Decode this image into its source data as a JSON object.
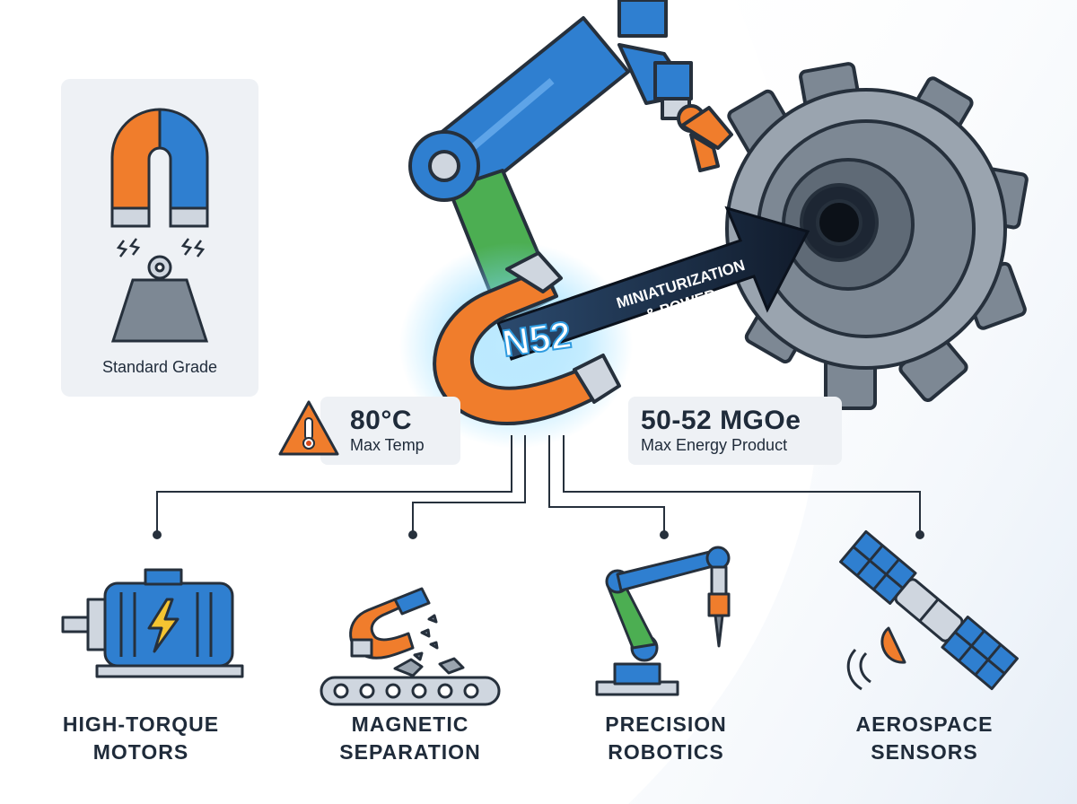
{
  "standard": {
    "label": "Standard Grade"
  },
  "hero": {
    "grade": "N52",
    "arrow_line1": "MINIATURIZATION",
    "arrow_line2": "& POWER"
  },
  "stats": {
    "temperature": {
      "value": "80°C",
      "label": "Max Temp",
      "icon": "warning-thermometer-icon"
    },
    "energy": {
      "value": "50-52 MGOe",
      "label": "Max Energy Product"
    }
  },
  "applications": [
    {
      "line1": "HIGH-TORQUE",
      "line2": "MOTORS",
      "icon": "electric-motor-icon"
    },
    {
      "line1": "MAGNETIC",
      "line2": "SEPARATION",
      "icon": "magnet-conveyor-icon"
    },
    {
      "line1": "PRECISION",
      "line2": "ROBOTICS",
      "icon": "robotic-arm-icon"
    },
    {
      "line1": "AEROSPACE",
      "line2": "SENSORS",
      "icon": "satellite-icon"
    }
  ],
  "colors": {
    "orange": "#f07d2c",
    "blue": "#2f7fd0",
    "green": "#4cae52",
    "gear_gray": "#7d8894",
    "navy": "#16243a",
    "glow": "#7fd6ff",
    "outline": "#26303c"
  }
}
